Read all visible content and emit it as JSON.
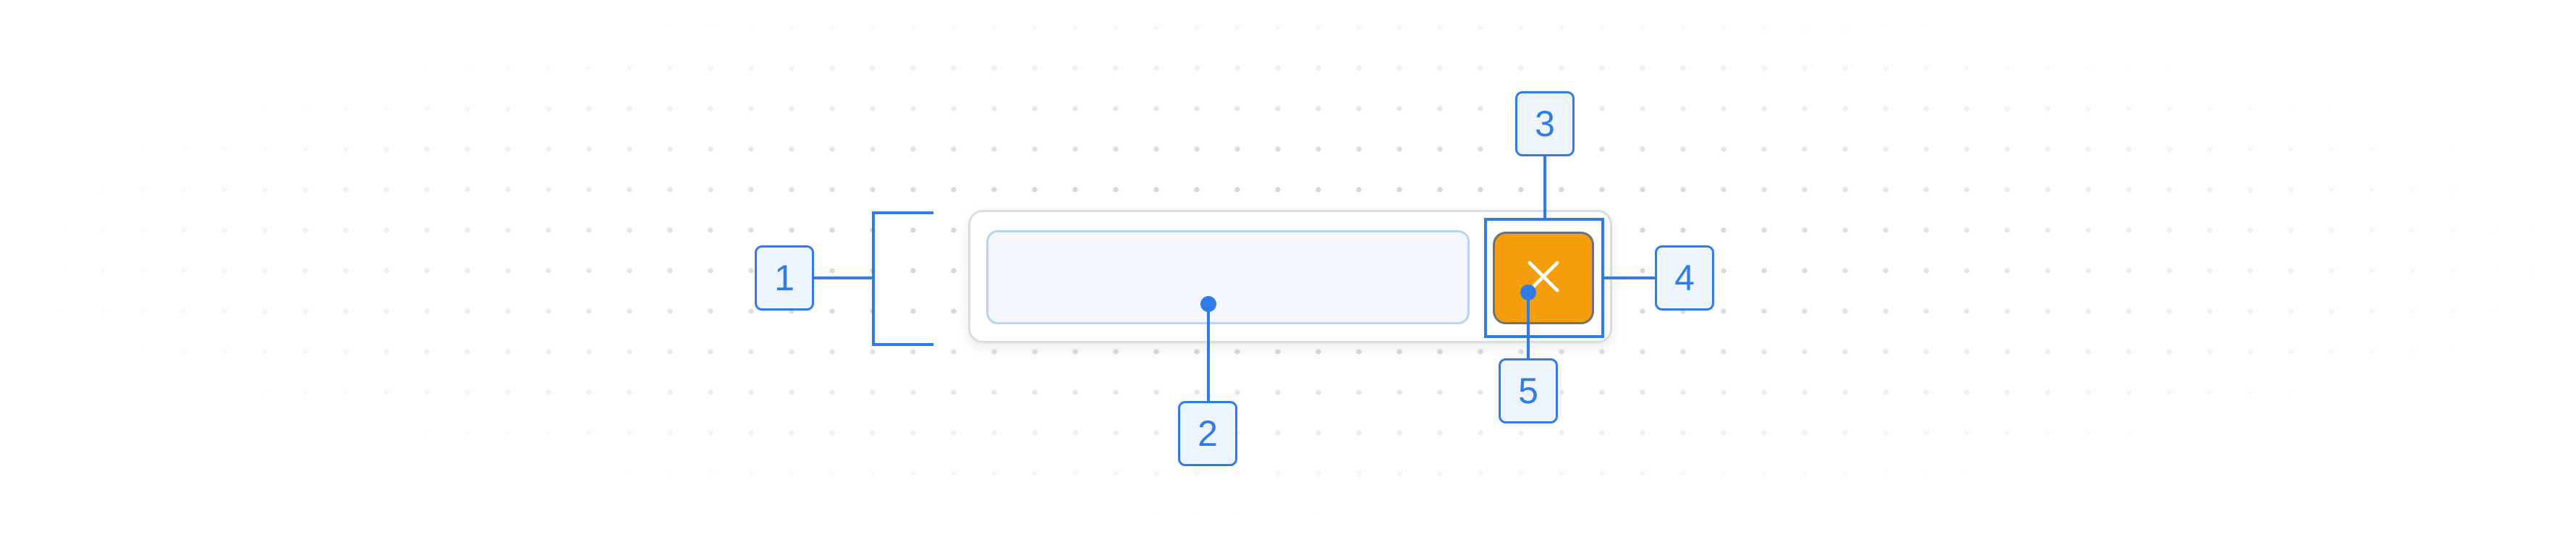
{
  "callouts": [
    {
      "label": "1",
      "target": "component-container"
    },
    {
      "label": "2",
      "target": "text-input"
    },
    {
      "label": "3",
      "target": "clear-button-area"
    },
    {
      "label": "4",
      "target": "clear-button"
    },
    {
      "label": "5",
      "target": "clear-icon"
    }
  ],
  "icons": {
    "clear_icon": "close-icon"
  },
  "colors": {
    "annotation": "#2f7bea",
    "button_fill": "#f59e0b",
    "input_fill": "#f3f7fd",
    "input_border": "#b9d3f0",
    "container_border": "#d9dce1",
    "grid_dots": "#d3d6db"
  }
}
